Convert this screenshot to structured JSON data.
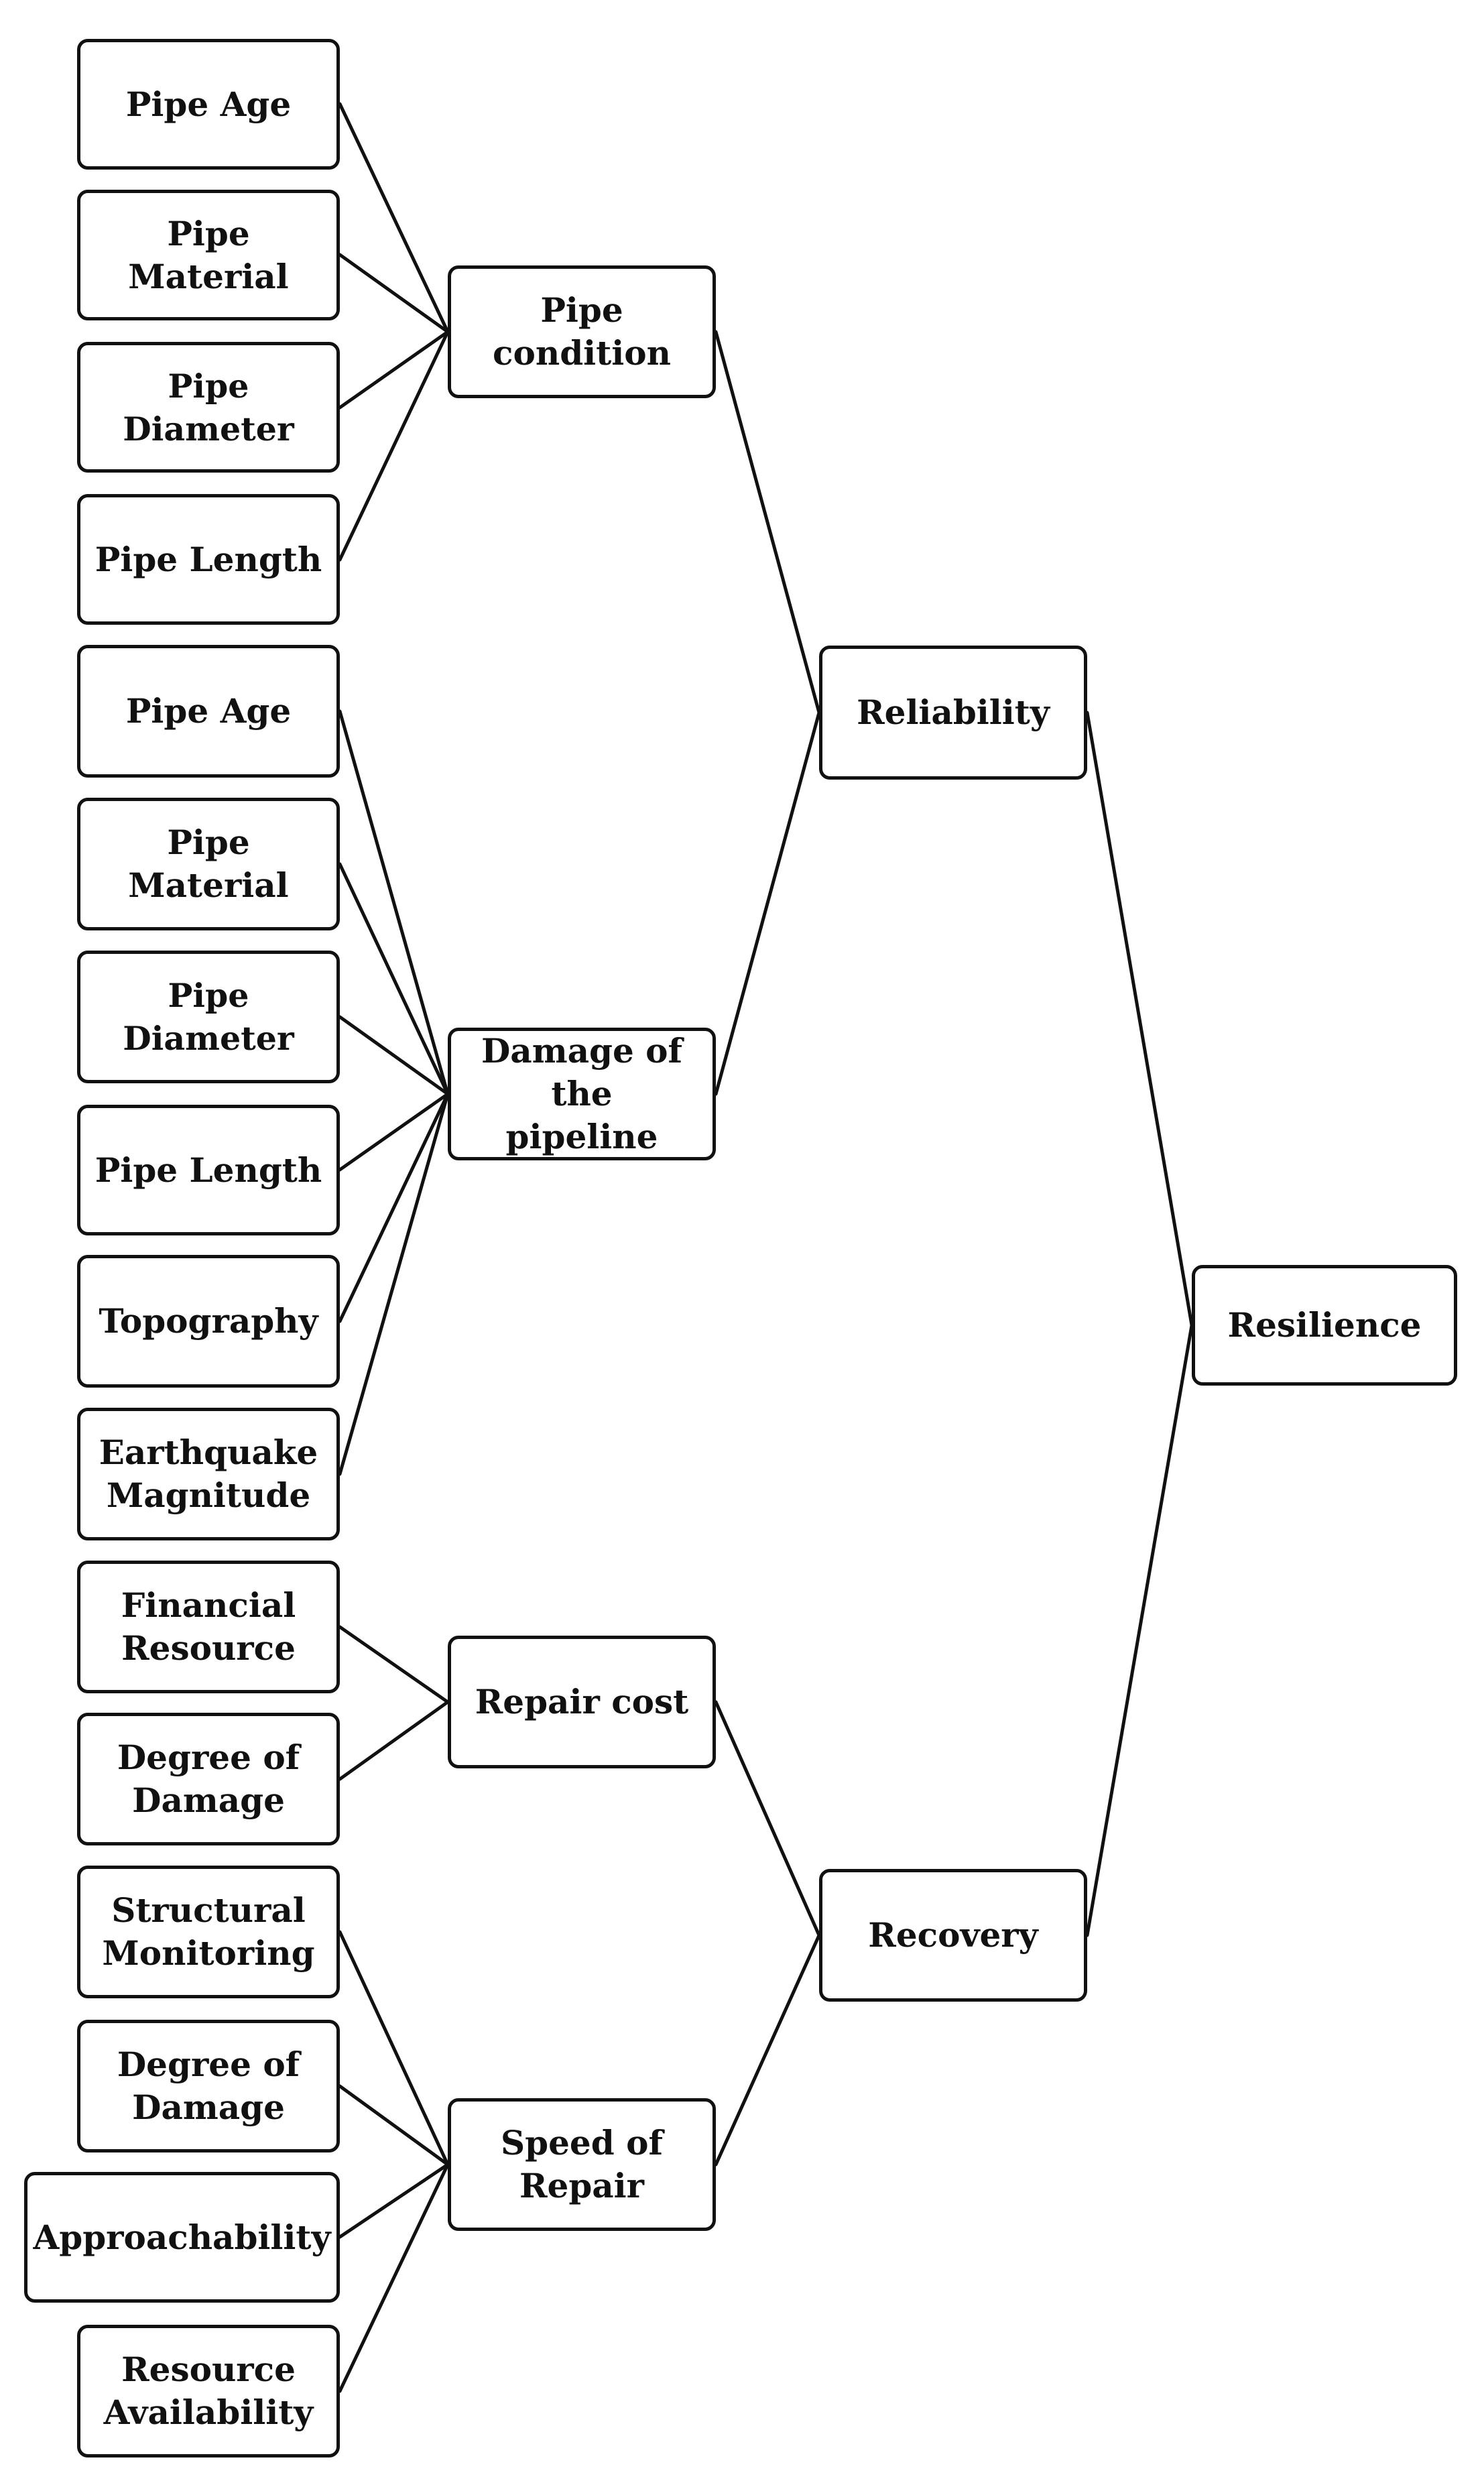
{
  "nodes": {
    "pipe_condition": {
      "label": "Pipe condition",
      "inputs": [
        "Pipe Age",
        "Pipe Material",
        "Pipe Diameter",
        "Pipe Length"
      ]
    },
    "damage_of_pipeline": {
      "label": "Damage of the\npipeline",
      "inputs": [
        "Pipe Age",
        "Pipe Material",
        "Pipe Diameter",
        "Pipe Length",
        "Topography",
        "Earthquake\nMagnitude"
      ]
    },
    "repair_cost": {
      "label": "Repair cost",
      "inputs": [
        "Financial\nResource",
        "Degree of\nDamage"
      ]
    },
    "speed_of_repair": {
      "label": "Speed of\nRepair",
      "inputs": [
        "Structural\nMonitoring",
        "Degree of\nDamage",
        "Approachability",
        "Resource\nAvailability"
      ]
    },
    "reliability": {
      "label": "Reliability"
    },
    "recovery": {
      "label": "Recovery"
    },
    "resilience": {
      "label": "Resilience"
    }
  }
}
